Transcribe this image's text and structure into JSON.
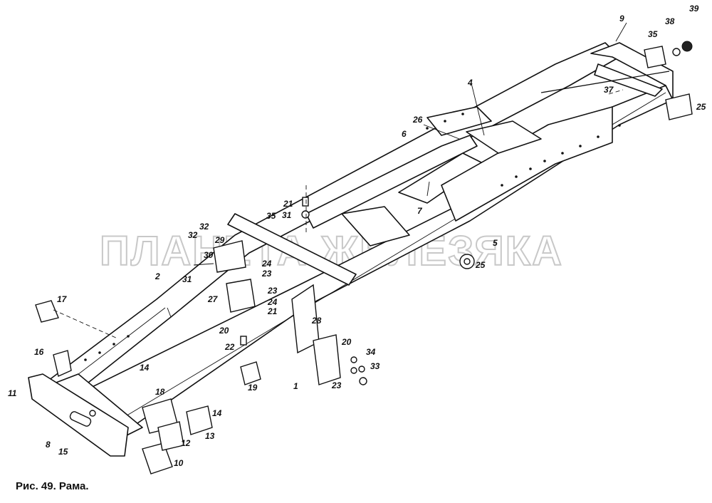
{
  "caption": "Рис. 49. Рама.",
  "watermark": "ПЛАНЕТА ЖЕЛЕЗЯКА",
  "callouts": [
    "1",
    "2",
    "4",
    "5",
    "6",
    "7",
    "8",
    "9",
    "10",
    "11",
    "12",
    "13",
    "14",
    "14",
    "15",
    "16",
    "17",
    "18",
    "19",
    "20",
    "20",
    "21",
    "21",
    "22",
    "23",
    "23",
    "23",
    "24",
    "24",
    "25",
    "25",
    "26",
    "27",
    "28",
    "29",
    "30",
    "31",
    "31",
    "32",
    "32",
    "33",
    "34",
    "35",
    "35",
    "37",
    "38",
    "39"
  ],
  "colors": {
    "line": "#111111",
    "background": "#ffffff",
    "watermark": "#c8c8c8"
  }
}
